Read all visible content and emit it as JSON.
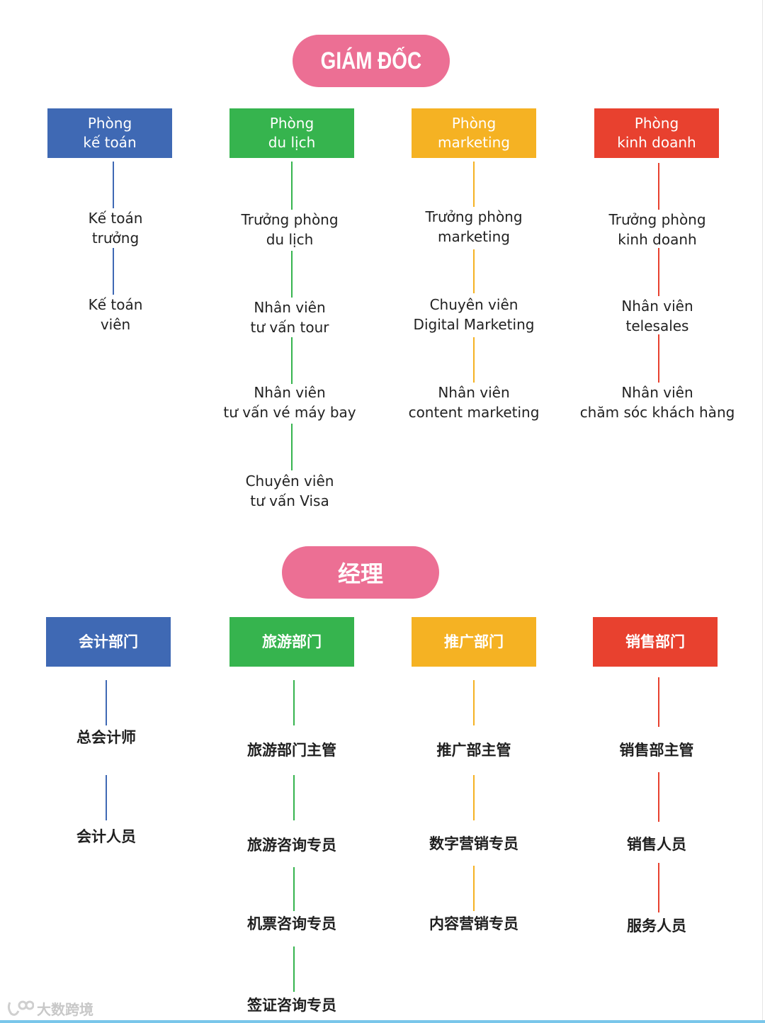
{
  "colors": {
    "pill": "#ec6f94",
    "blue": "#3f69b4",
    "green": "#36b44e",
    "yellow": "#f5b223",
    "red": "#e8412f"
  },
  "vi": {
    "director": "GIÁM ĐỐC",
    "departments": [
      {
        "name": "Phòng\nkế toán",
        "roles": [
          "Kế toán\ntrưởng",
          "Kế toán\nviên"
        ]
      },
      {
        "name": "Phòng\ndu lịch",
        "roles": [
          "Trưởng phòng\ndu lịch",
          "Nhân viên\ntư vấn tour",
          "Nhân viên\ntư vấn vé máy bay",
          "Chuyên viên\ntư vấn Visa"
        ]
      },
      {
        "name": "Phòng\nmarketing",
        "roles": [
          "Trưởng phòng\nmarketing",
          "Chuyên viên\nDigital Marketing",
          "Nhân viên\ncontent marketing"
        ]
      },
      {
        "name": "Phòng\nkinh doanh",
        "roles": [
          "Trưởng phòng\nkinh doanh",
          "Nhân viên\ntelesales",
          "Nhân viên\nchăm sóc khách hàng"
        ]
      }
    ]
  },
  "zh": {
    "director": "经理",
    "departments": [
      {
        "name": "会计部门",
        "roles": [
          "总会计师",
          "会计人员"
        ]
      },
      {
        "name": "旅游部门",
        "roles": [
          "旅游部门主管",
          "旅游咨询专员",
          "机票咨询专员",
          "签证咨询专员"
        ]
      },
      {
        "name": "推广部门",
        "roles": [
          "推广部主管",
          "数字营销专员",
          "内容营销专员"
        ]
      },
      {
        "name": "销售部门",
        "roles": [
          "销售部主管",
          "销售人员",
          "服务人员"
        ]
      }
    ]
  },
  "watermark": {
    "text": "大数跨境"
  }
}
